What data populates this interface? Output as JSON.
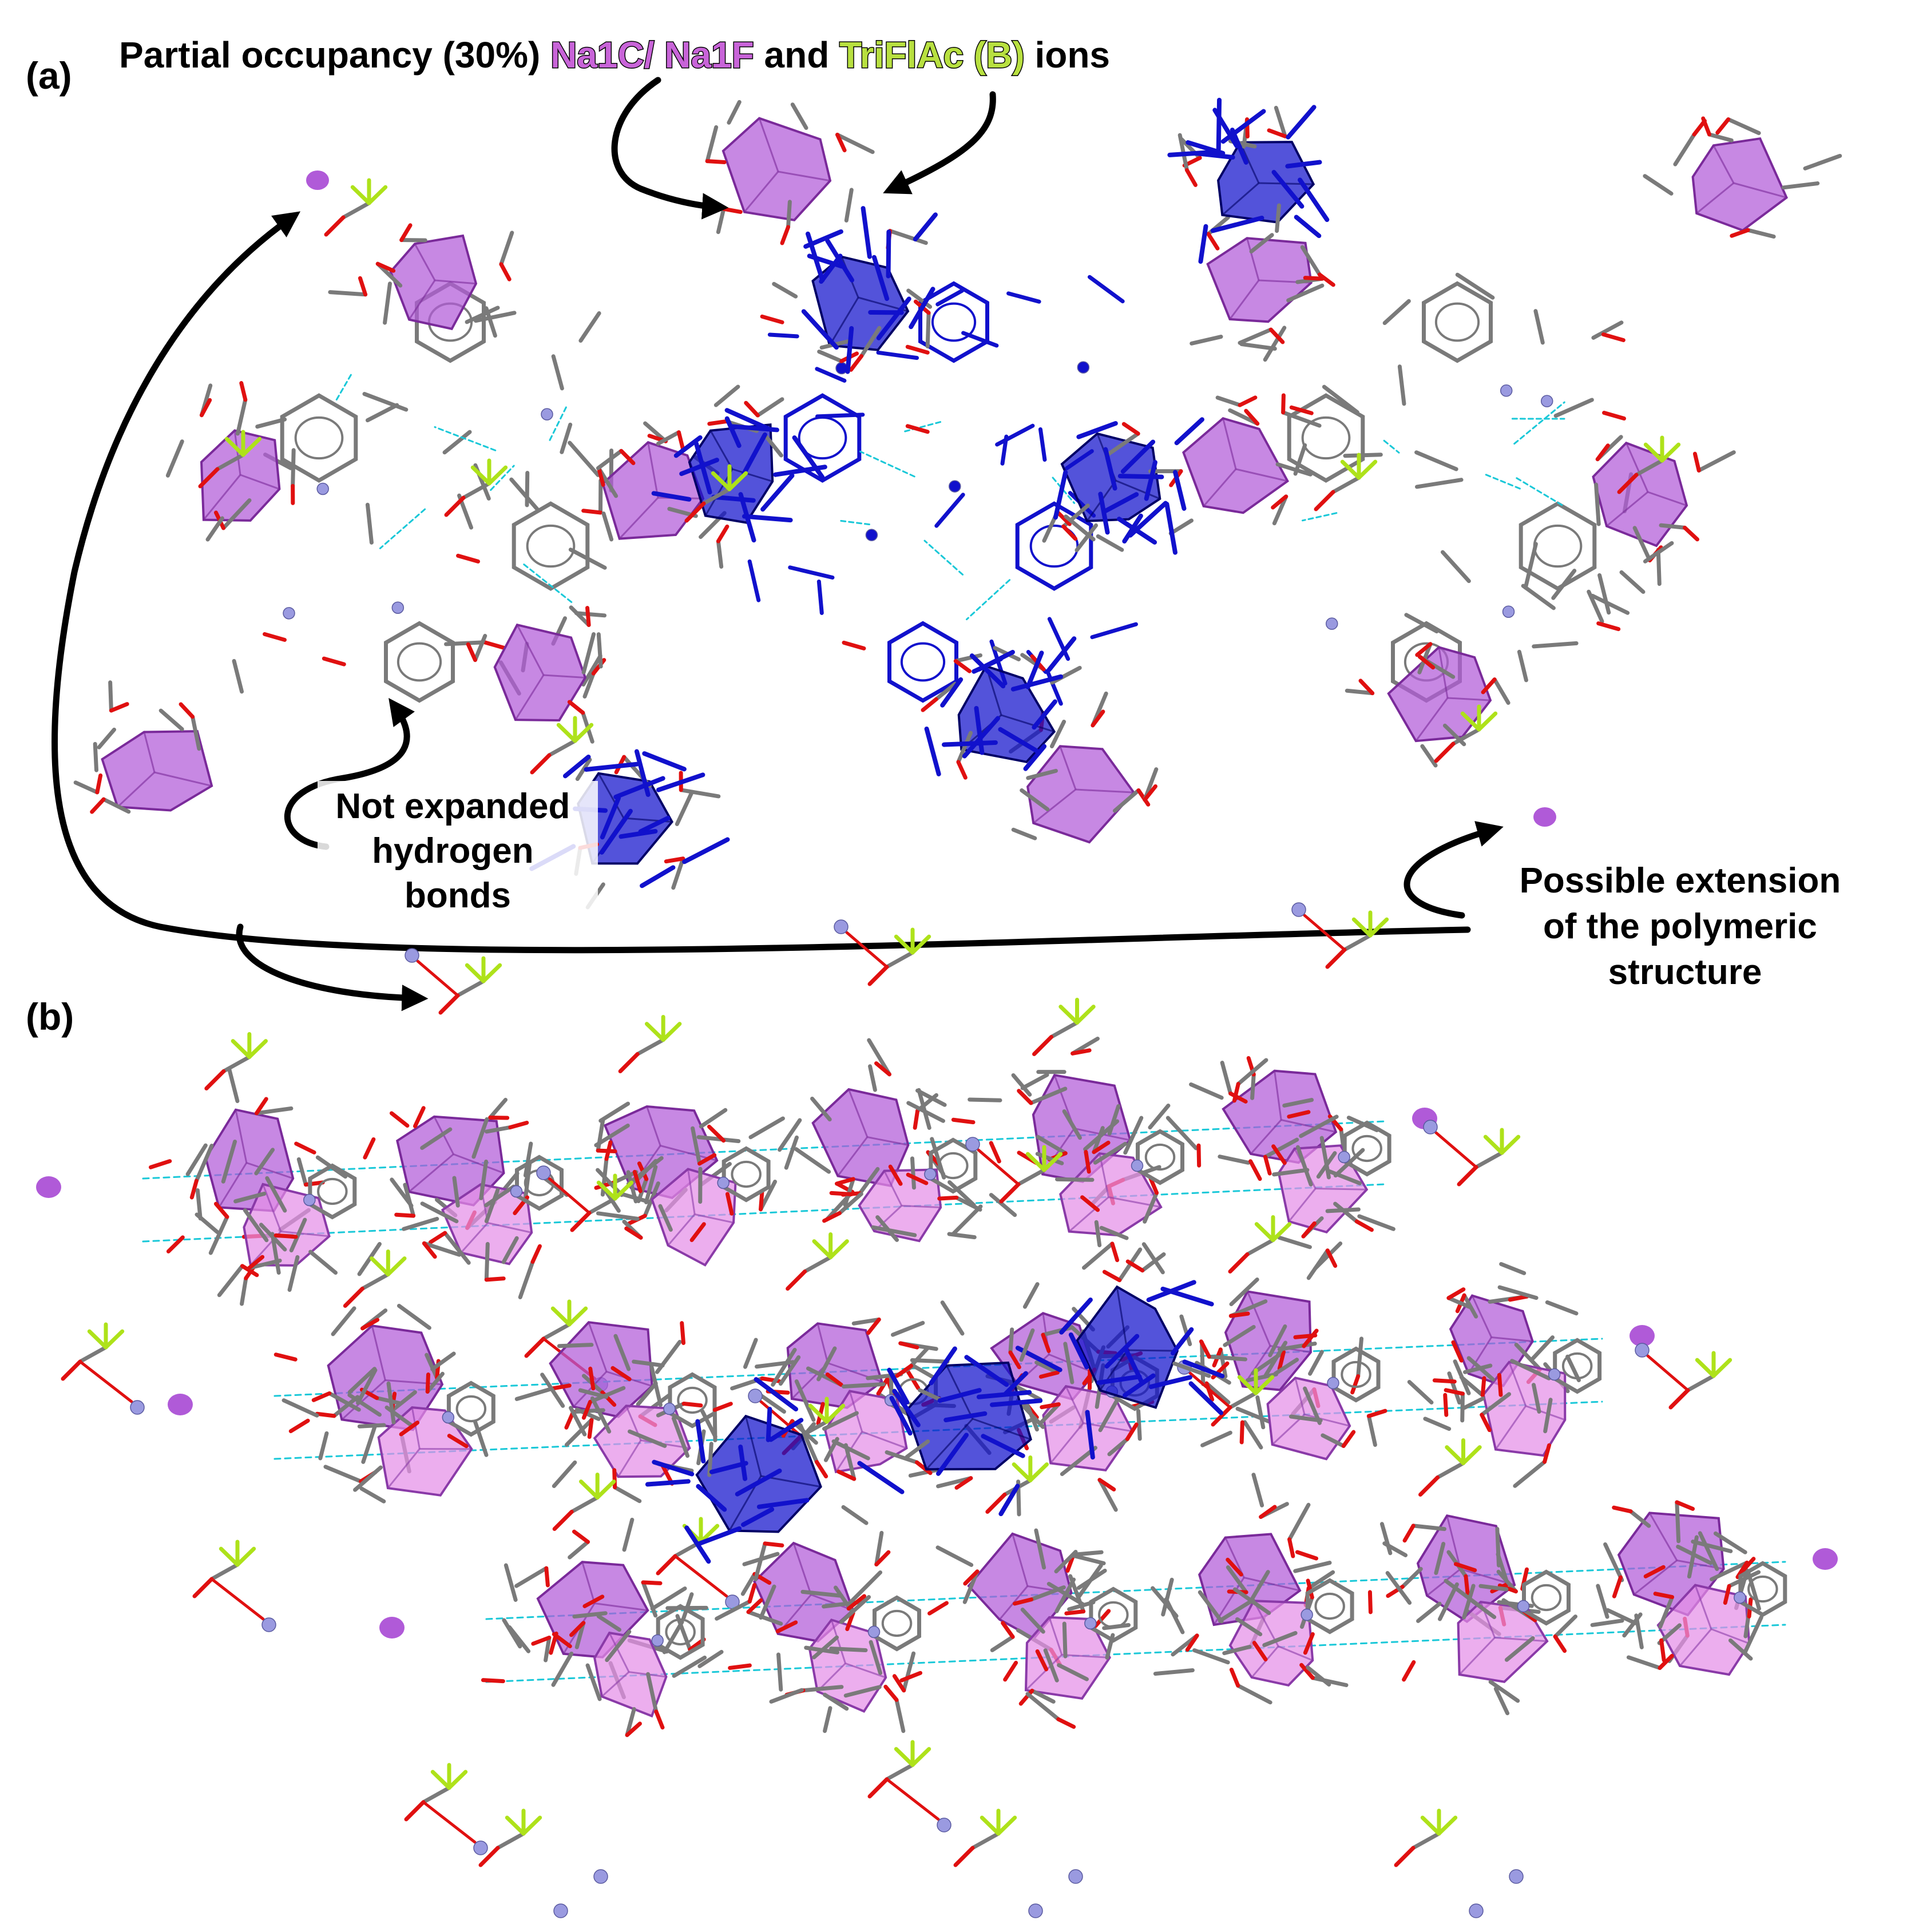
{
  "panel_a": {
    "label": "(a)",
    "header": {
      "part1": "Partial occupancy (30%) ",
      "part2": "Na1C/ Na1F",
      "part3": " and ",
      "part4": "TriFlAc (B)",
      "part5": " ions"
    },
    "note_hbonds": [
      "Not expanded",
      "hydrogen",
      "bonds"
    ],
    "note_extension": [
      "Possible extension",
      "of the polymeric",
      "structure"
    ]
  },
  "panel_b": {
    "label": "(b)"
  },
  "colors": {
    "sodium_polyhedron": "#b25ad8",
    "sodium_light": "#e48fe8",
    "highlight_disorder": "#1111cc",
    "carbon": "#7a7a7a",
    "oxygen": "#e01010",
    "nitrogen": "#9a9ae0",
    "fluorine": "#aee21a",
    "hydrogen_bond": "#19c8d8",
    "na_label": "#c864d8",
    "triflac_label": "#b8e040"
  }
}
